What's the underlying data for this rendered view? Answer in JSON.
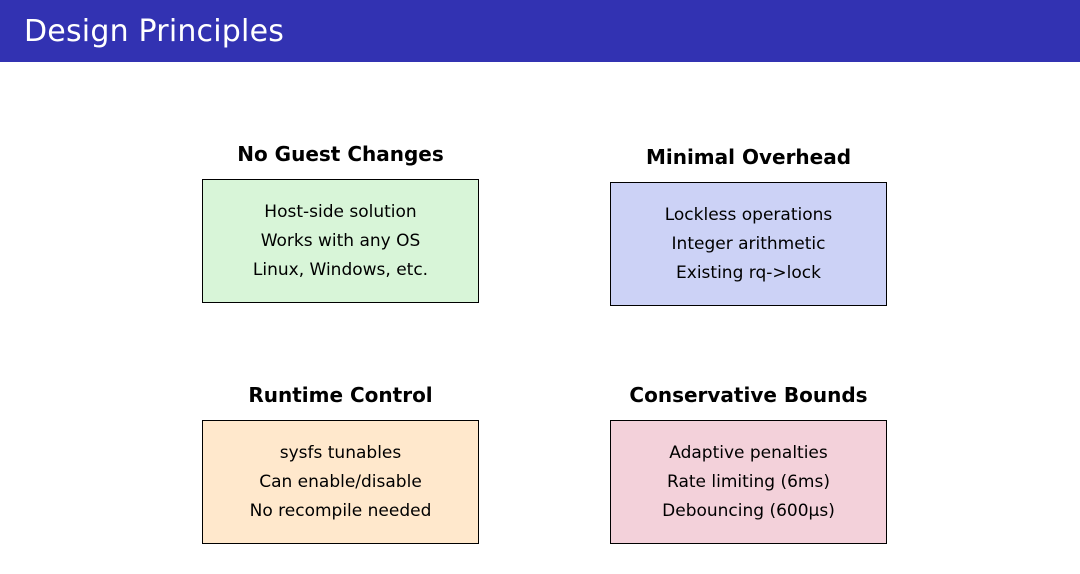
{
  "header": {
    "title": "Design Principles",
    "bg_color": "#3232b2",
    "text_color": "#ffffff"
  },
  "cards": [
    {
      "title": "No Guest Changes",
      "bg_color": "#d8f5d8",
      "lines": [
        "Host-side solution",
        "Works with any OS",
        "Linux, Windows, etc."
      ]
    },
    {
      "title": "Minimal Overhead",
      "bg_color": "#ccd2f6",
      "lines": [
        "Lockless operations",
        "Integer arithmetic",
        "Existing rq->lock"
      ]
    },
    {
      "title": "Runtime Control",
      "bg_color": "#ffe8cc",
      "lines": [
        "sysfs tunables",
        "Can enable/disable",
        "No recompile needed"
      ]
    },
    {
      "title": "Conservative Bounds",
      "bg_color": "#f3d1da",
      "lines": [
        "Adaptive penalties",
        "Rate limiting (6ms)",
        "Debouncing (600μs)"
      ]
    }
  ]
}
